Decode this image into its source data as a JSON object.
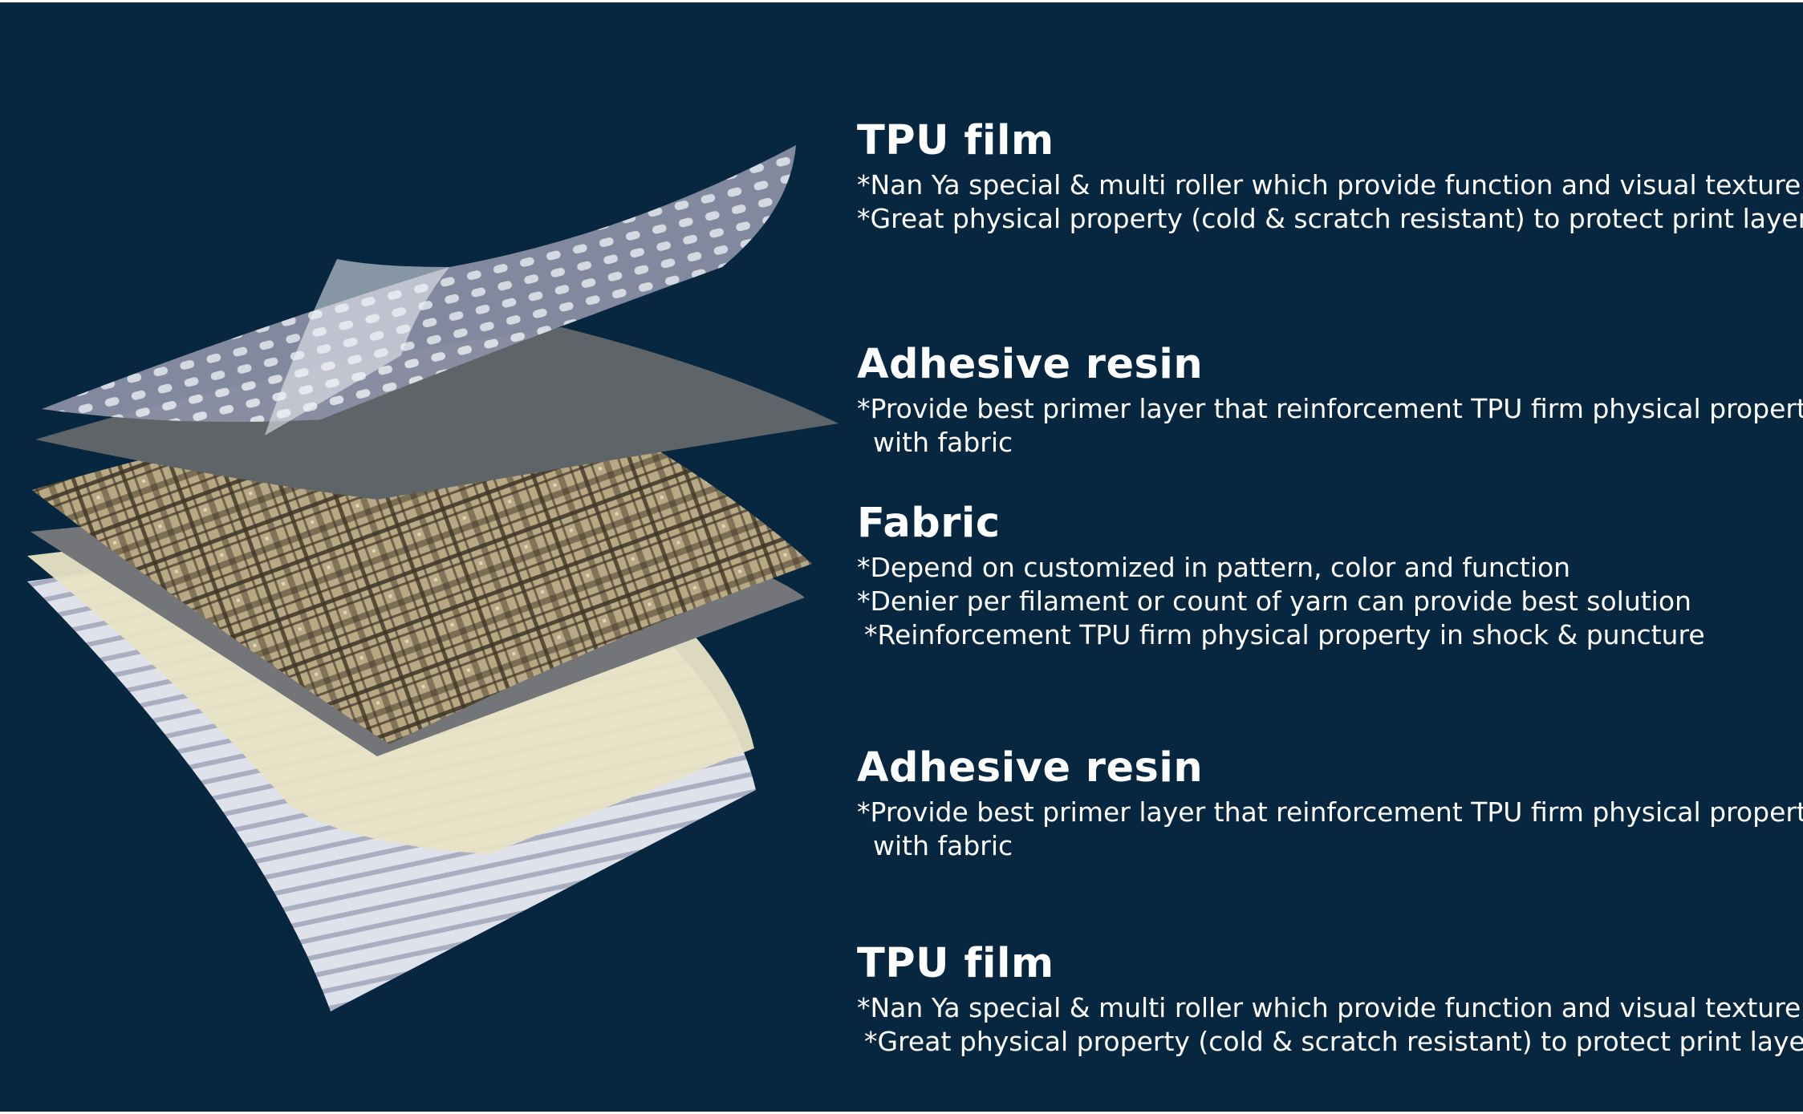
{
  "colors": {
    "background": "#072740",
    "text": "#ffffff",
    "tpu_film": "#d7dbe6",
    "adhesive_resin": "#5f6468",
    "fabric": "#b8a984",
    "fabric_stripe": "#3e3426",
    "adhesive_resin_bottom": "#e8e3c5",
    "tpu_film_bottom": "#dfe2ea"
  },
  "layers": [
    {
      "title": "TPU film",
      "lines": [
        "*Nan Ya special & multi roller which provide function and visual texture",
        "*Great physical property (cold & scratch resistant) to protect print layer"
      ]
    },
    {
      "title": "Adhesive resin",
      "lines": [
        "*Provide best primer layer that reinforcement TPU firm physical property",
        "with fabric"
      ]
    },
    {
      "title": "Fabric",
      "lines": [
        "*Depend on customized in pattern, color and function",
        "*Denier per filament or count of yarn can provide best solution",
        "*Reinforcement TPU firm physical property in shock & puncture"
      ]
    },
    {
      "title": "Adhesive resin",
      "lines": [
        "*Provide best primer layer that reinforcement TPU firm physical property",
        "with fabric"
      ]
    },
    {
      "title": "TPU film",
      "lines": [
        "*Nan Ya special & multi roller which provide function and visual texture",
        "*Great physical property (cold & scratch resistant) to protect print layer"
      ]
    }
  ]
}
